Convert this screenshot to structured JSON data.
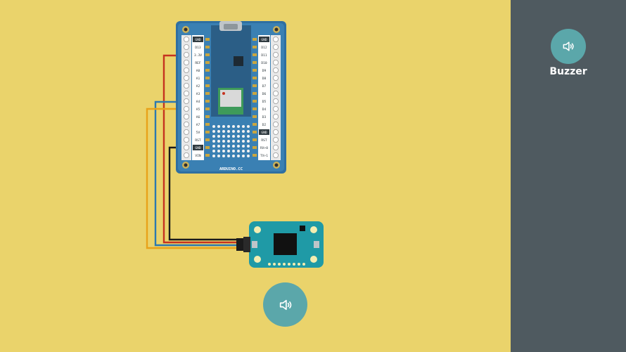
{
  "sidebar": {
    "component_label": "Buzzer",
    "component_icon": "speaker-icon"
  },
  "canvas": {
    "action_icon": "speaker-icon"
  },
  "board": {
    "brand_text": "ARDUINO.CC",
    "left_pins": [
      "GND",
      "D13",
      "3.3V",
      "REF",
      "A0",
      "A1",
      "A2",
      "A3",
      "A4",
      "A5",
      "A6",
      "A7",
      "5V",
      "RST",
      "GND",
      "VIN"
    ],
    "right_pins": [
      "GND",
      "D12",
      "D11",
      "D10",
      "D9",
      "D8",
      "D7",
      "D6",
      "D5",
      "D4",
      "D3",
      "D2",
      "GND",
      "RST",
      "RX+0",
      "TX+1"
    ]
  },
  "wire_colors": {
    "red": "#C6331F",
    "blue": "#2C79B0",
    "orange": "#E8A21A",
    "black": "#1B1B1B"
  }
}
